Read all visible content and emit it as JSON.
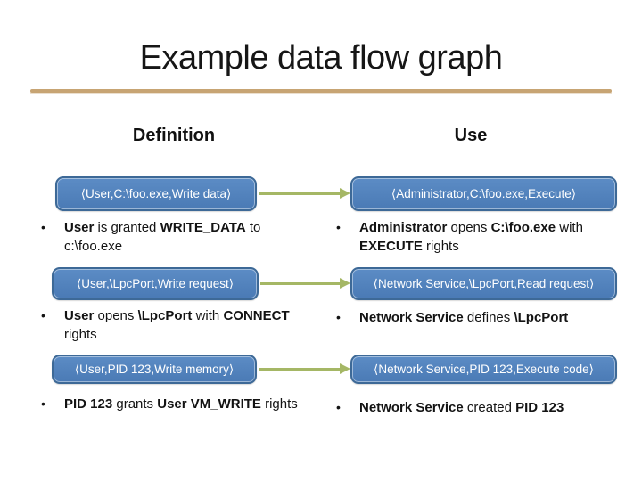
{
  "slide": {
    "title": "Example data flow graph",
    "bullet_glyph": "•",
    "column_headers": {
      "definition": "Definition",
      "use": "Use"
    },
    "colors": {
      "box_fill": "#4E80BC",
      "box_border": "#3D6997",
      "box_text": "#FFFFFF",
      "arrow": "#A5B765",
      "title_rule": "#C7A473",
      "text": "#131313",
      "background": "#FFFFFF"
    },
    "rows": [
      {
        "definition_box": "⟨User,C:\\foo.exe,Write data⟩",
        "use_box": "⟨Administrator,C:\\foo.exe,Execute⟩",
        "definition_bullet": [
          {
            "t": "User",
            "b": true
          },
          {
            "t": " is granted ",
            "b": false
          },
          {
            "t": "WRITE_DATA",
            "b": true
          },
          {
            "t": " to c:\\foo.exe",
            "b": false
          }
        ],
        "use_bullet": [
          {
            "t": "Administrator",
            "b": true
          },
          {
            "t": " opens ",
            "b": false
          },
          {
            "t": "C:\\foo.exe",
            "b": true
          },
          {
            "t": " with ",
            "b": false
          },
          {
            "t": "EXECUTE",
            "b": true
          },
          {
            "t": " rights",
            "b": false
          }
        ]
      },
      {
        "definition_box": "⟨User,\\LpcPort,Write request⟩",
        "use_box": "⟨Network Service,\\LpcPort,Read request⟩",
        "definition_bullet": [
          {
            "t": "User",
            "b": true
          },
          {
            "t": " opens ",
            "b": false
          },
          {
            "t": "\\LpcPort",
            "b": true
          },
          {
            "t": " with ",
            "b": false
          },
          {
            "t": "CONNECT",
            "b": true
          },
          {
            "t": " rights",
            "b": false
          }
        ],
        "use_bullet": [
          {
            "t": "Network Service",
            "b": true
          },
          {
            "t": " defines ",
            "b": false
          },
          {
            "t": "\\LpcPort",
            "b": true
          }
        ]
      },
      {
        "definition_box": "⟨User,PID 123,Write memory⟩",
        "use_box": "⟨Network Service,PID 123,Execute code⟩",
        "definition_bullet": [
          {
            "t": "PID 123",
            "b": true
          },
          {
            "t": " grants ",
            "b": false
          },
          {
            "t": "User",
            "b": true
          },
          {
            "t": " ",
            "b": false
          },
          {
            "t": "VM_WRITE",
            "b": true
          },
          {
            "t": " rights",
            "b": false
          }
        ],
        "use_bullet": [
          {
            "t": "Network Service",
            "b": true
          },
          {
            "t": " created ",
            "b": false
          },
          {
            "t": "PID 123",
            "b": true
          }
        ]
      }
    ]
  }
}
